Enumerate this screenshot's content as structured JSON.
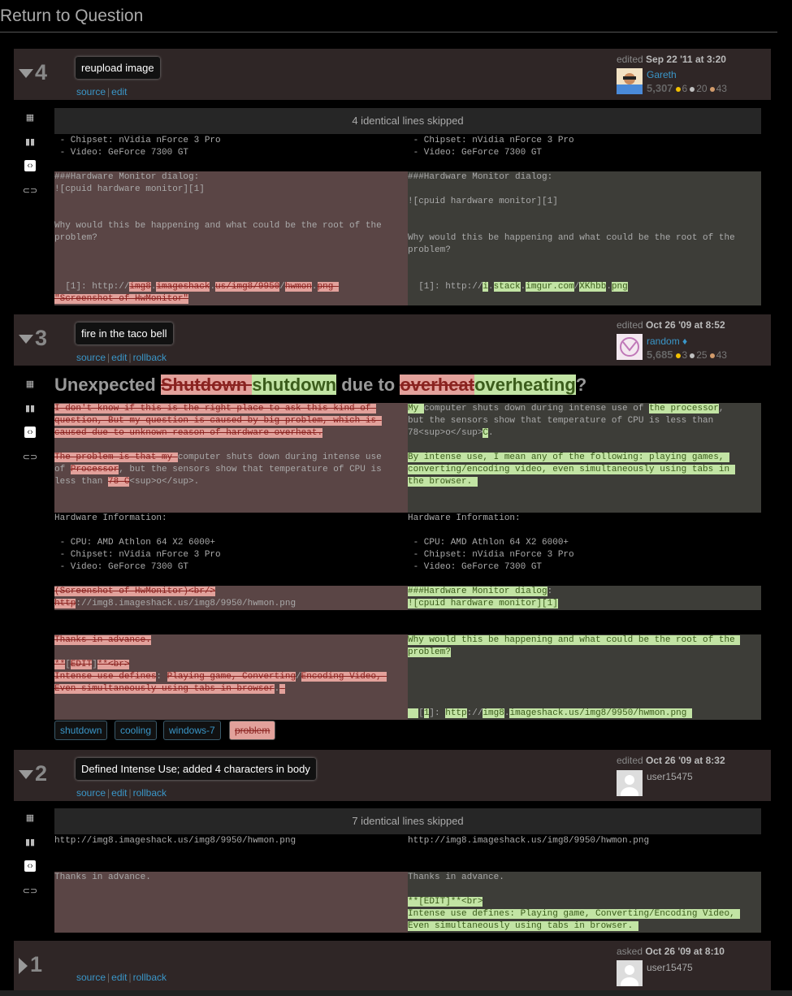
{
  "page": {
    "return_link": "Return to Question"
  },
  "links": {
    "source": "source",
    "edit": "edit",
    "rollback": "rollback",
    "sep": "|"
  },
  "revisions": [
    {
      "number": "4",
      "comment": "reupload image",
      "edited_label": "edited",
      "date": "Sep 22 '11 at 3:20",
      "user": "Gareth",
      "rep": "5,307",
      "gold": "6",
      "silver": "20",
      "bronze": "43",
      "skip_text": "4 identical lines skipped"
    },
    {
      "number": "3",
      "comment": "fire in the taco bell",
      "edited_label": "edited",
      "date": "Oct 26 '09 at 8:52",
      "user": "random",
      "mod": "♦",
      "rep": "5,685",
      "gold": "3",
      "silver": "25",
      "bronze": "43"
    },
    {
      "number": "2",
      "comment": "Defined Intense Use; added 4 characters in body",
      "edited_label": "edited",
      "date": "Oct 26 '09 at 8:32",
      "user": "user15475",
      "skip_text": "7 identical lines skipped"
    },
    {
      "number": "1",
      "edited_label": "asked",
      "date": "Oct 26 '09 at 8:10",
      "user": "user15475"
    }
  ],
  "rev3_title": {
    "t1": "Unexpected ",
    "del1": "Shutdown ",
    "add1": "shutdown",
    "t2": " due to ",
    "del2": "overheat",
    "add2": "overheating",
    "t3": "?"
  },
  "tags": [
    "shutdown",
    "cooling",
    "windows-7",
    "problem"
  ],
  "colors": {
    "header_bg": "#2f2626",
    "deleted_bg": "#5a4545",
    "added_bg": "#3d3d38",
    "deleted_mark": "#e2a19b",
    "added_mark": "#c2e4a4",
    "link": "#3a96c8",
    "gold": "#f3c000",
    "silver": "#c0c0c0",
    "bronze": "#d29b6b"
  },
  "icons": [
    "collapse-triangle-icon",
    "expand-triangle-icon",
    "rendered-view-icon",
    "side-by-side-icon",
    "markdown-view-icon",
    "inline-diff-icon",
    "moderator-diamond-icon",
    "avatar"
  ]
}
